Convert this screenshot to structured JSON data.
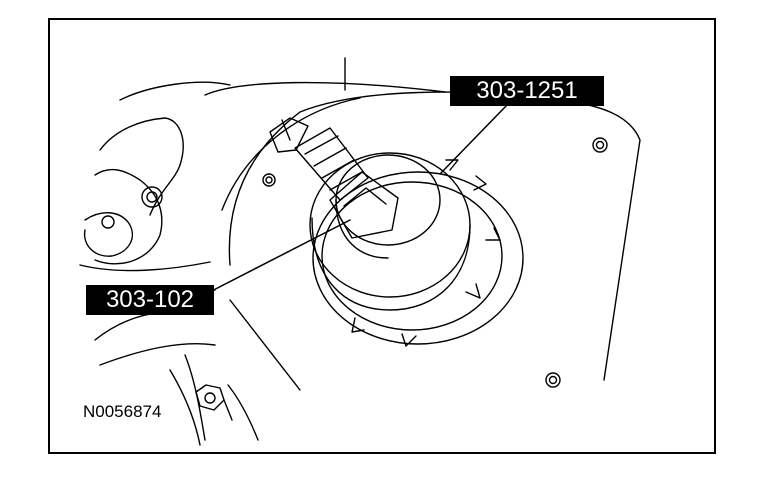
{
  "callouts": {
    "tool_a": "303-1251",
    "tool_b": "303-102"
  },
  "figure_id": "N0056874",
  "colors": {
    "line": "#000000",
    "background": "#ffffff"
  }
}
